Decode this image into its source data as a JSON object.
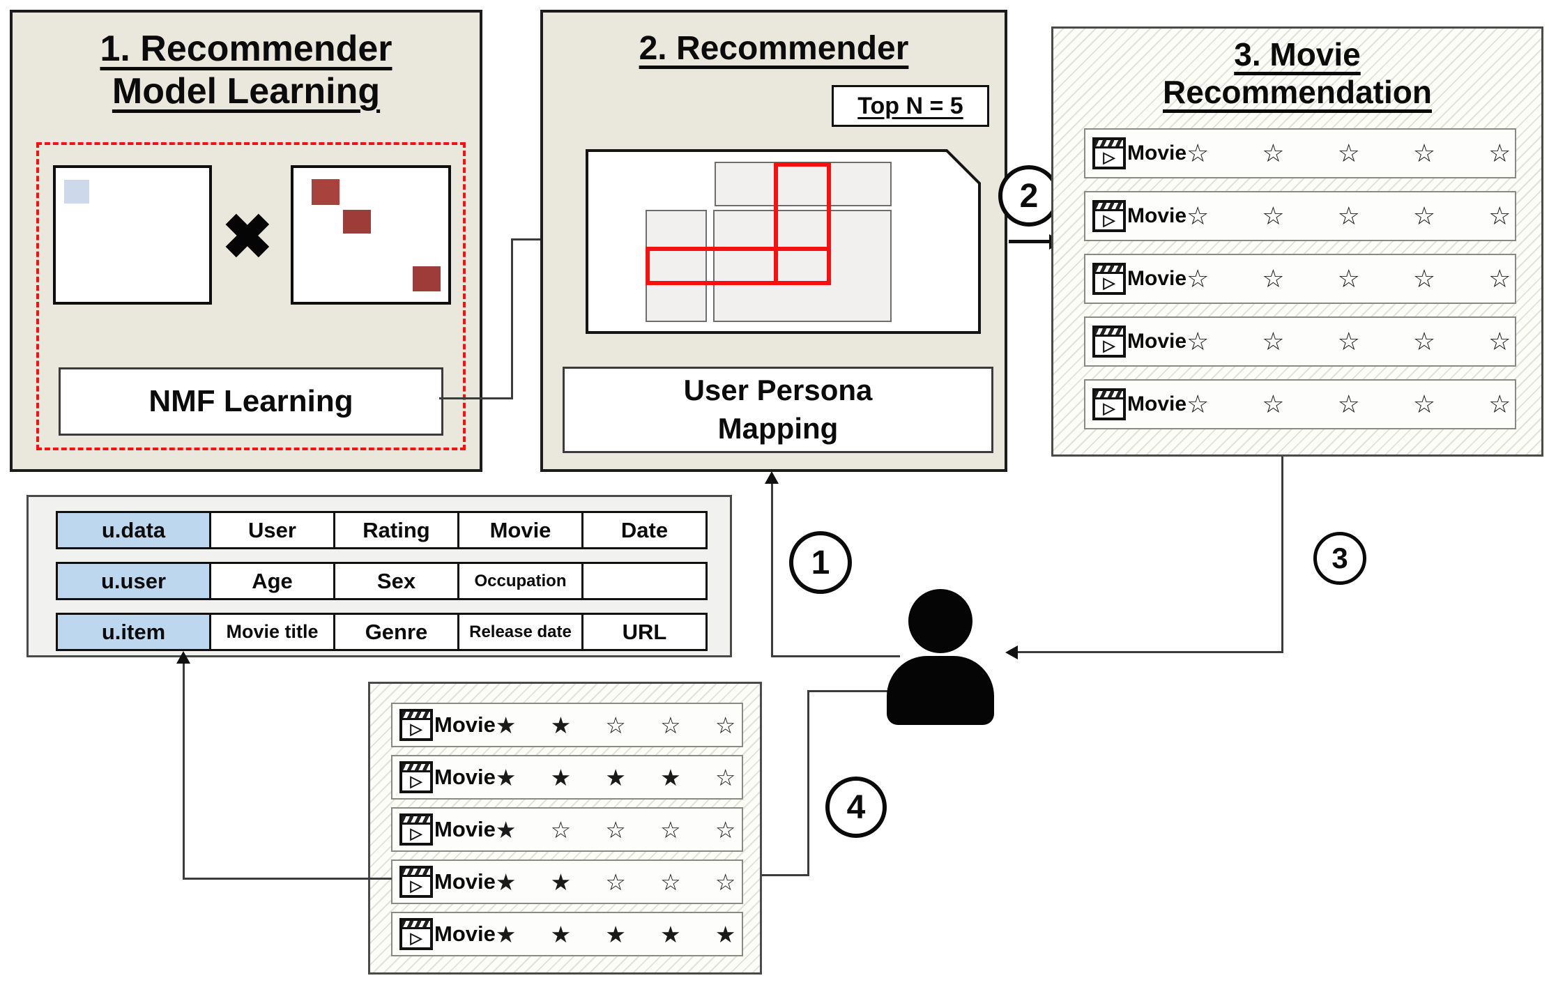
{
  "box1": {
    "title_line1": "1. Recommender",
    "title_line2": "Model Learning",
    "nmf_label": "NMF Learning"
  },
  "box2": {
    "title": "2. Recommender",
    "top_n_label": "Top N = 5",
    "mapping_line1": "User Persona",
    "mapping_line2": "Mapping"
  },
  "box3": {
    "title_line1": "3. Movie",
    "title_line2": "Recommendation",
    "rows": [
      {
        "label": "Movie",
        "rating": 0,
        "max": 5,
        "stars": "☆ ☆ ☆ ☆ ☆"
      },
      {
        "label": "Movie",
        "rating": 0,
        "max": 5,
        "stars": "☆ ☆ ☆ ☆ ☆"
      },
      {
        "label": "Movie",
        "rating": 0,
        "max": 5,
        "stars": "☆ ☆ ☆ ☆ ☆"
      },
      {
        "label": "Movie",
        "rating": 0,
        "max": 5,
        "stars": "☆ ☆ ☆ ☆ ☆"
      },
      {
        "label": "Movie",
        "rating": 0,
        "max": 5,
        "stars": "☆ ☆ ☆ ☆ ☆"
      }
    ]
  },
  "dataset_table": {
    "rows": [
      {
        "key": "u.data",
        "cells": [
          "User",
          "Rating",
          "Movie",
          "Date"
        ]
      },
      {
        "key": "u.user",
        "cells": [
          "Age",
          "Sex",
          "Occupation",
          ""
        ]
      },
      {
        "key": "u.item",
        "cells": [
          "Movie title",
          "Genre",
          "Release date",
          "URL"
        ]
      }
    ]
  },
  "history": {
    "rows": [
      {
        "label": "Movie",
        "rating": 2,
        "max": 5,
        "stars": "★ ★ ☆ ☆ ☆"
      },
      {
        "label": "Movie",
        "rating": 4,
        "max": 5,
        "stars": "★ ★ ★ ★ ☆"
      },
      {
        "label": "Movie",
        "rating": 1,
        "max": 5,
        "stars": "★ ☆ ☆ ☆ ☆"
      },
      {
        "label": "Movie",
        "rating": 2,
        "max": 5,
        "stars": "★ ★ ☆ ☆ ☆"
      },
      {
        "label": "Movie",
        "rating": 5,
        "max": 5,
        "stars": "★ ★ ★ ★ ★"
      }
    ]
  },
  "steps": {
    "s1": "1",
    "s2": "2",
    "s3": "3",
    "s4": "4"
  },
  "icons": {
    "multiply_glyph": "✖",
    "play_glyph": "▷"
  },
  "colors": {
    "panel_beige": "#eae7dc",
    "highlight_red": "#fa0f0f",
    "matrix_maroon": "#9d3c38",
    "matrix_blue": "#cdd9eb",
    "table_key_blue": "#bdd7ee"
  }
}
